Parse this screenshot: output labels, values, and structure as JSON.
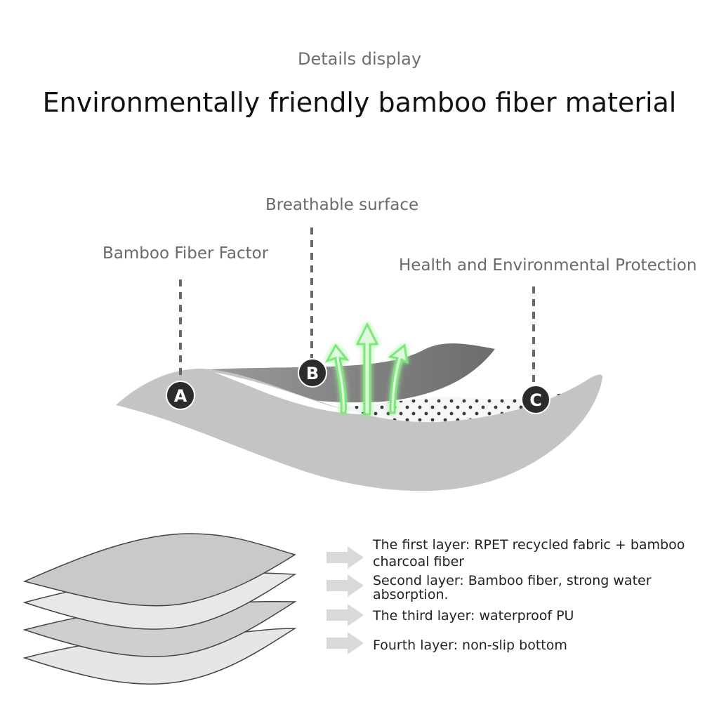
{
  "header": {
    "subtitle": "Details display",
    "title": "Environmentally friendly bamboo fiber material"
  },
  "callouts": [
    {
      "marker": "A",
      "label": "Bamboo Fiber Factor"
    },
    {
      "marker": "B",
      "label": "Breathable surface"
    },
    {
      "marker": "C",
      "label": "Health and Environmental Protection"
    }
  ],
  "layers": [
    {
      "line1": "The first layer: RPET recycled fabric + bamboo",
      "line2": "charcoal fiber"
    },
    {
      "line1": "Second layer: Bamboo fiber, strong water",
      "line2": "absorption."
    },
    {
      "line1": "The third layer: waterproof PU",
      "line2": ""
    },
    {
      "line1": "Fourth layer: non-slip bottom",
      "line2": ""
    }
  ],
  "colors": {
    "outer_layer": "#c4c4c4",
    "top_layer": "#7a7a7a",
    "marker_fill": "#2b2b2b",
    "breath_arrow": "#7de87a",
    "layer_arrow": "#d9d9d9"
  },
  "icons": [
    "breath-arrow-icon",
    "layer-arrow-icon"
  ]
}
